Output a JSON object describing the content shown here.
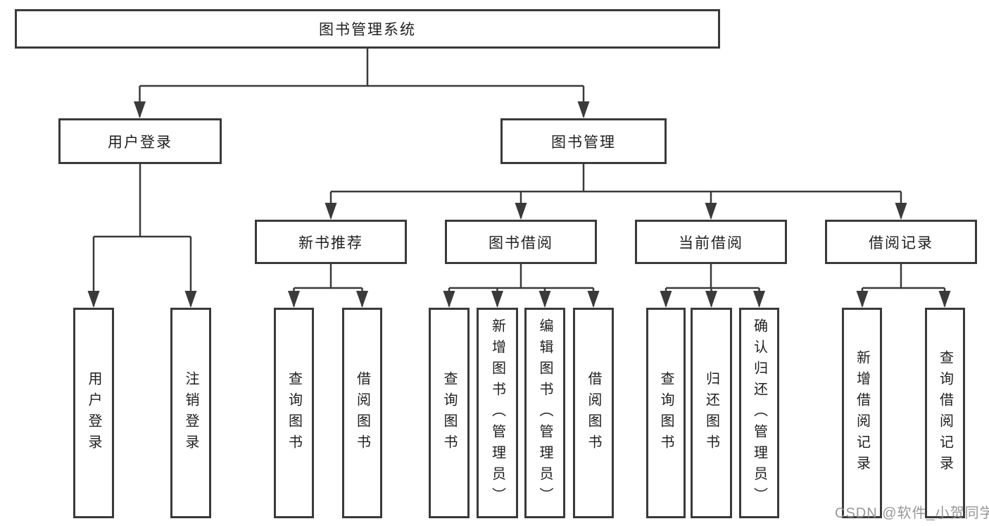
{
  "page": {
    "background": "#ffffff",
    "line_color": "#3a3a3a",
    "box_border_color": "#3a3a3a",
    "text_color": "#1f1f1f",
    "watermark_color": "#8e8e8e"
  },
  "watermark": {
    "text": "CSDN @软件_小贺同学"
  },
  "diagram": {
    "type": "hierarchy-tree",
    "title": "图书管理系统",
    "nodes": {
      "root": {
        "label": "图书管理系统"
      },
      "user_login": {
        "label": "用户登录"
      },
      "book_mgmt": {
        "label": "图书管理"
      },
      "new_book": {
        "label": "新书推荐"
      },
      "book_borrow": {
        "label": "图书借阅"
      },
      "current_borrow": {
        "label": "当前借阅"
      },
      "borrow_record": {
        "label": "借阅记录"
      },
      "leaf_user_login": {
        "label": "用户登录"
      },
      "leaf_logout": {
        "label": "注销登录"
      },
      "leaf_nb_query": {
        "label": "查询图书"
      },
      "leaf_nb_borrow": {
        "label": "借阅图书"
      },
      "leaf_bb_query": {
        "label": "查询图书"
      },
      "leaf_bb_add": {
        "label": "新增图书（管理员）"
      },
      "leaf_bb_edit": {
        "label": "编辑图书（管理员）"
      },
      "leaf_bb_borrow": {
        "label": "借阅图书"
      },
      "leaf_cb_query": {
        "label": "查询图书"
      },
      "leaf_cb_return": {
        "label": "归还图书"
      },
      "leaf_cb_confirm": {
        "label": "确认归还（管理员）"
      },
      "leaf_br_add": {
        "label": "新增借阅记录"
      },
      "leaf_br_query": {
        "label": "查询借阅记录"
      }
    },
    "tree": {
      "label": "图书管理系统",
      "children": [
        {
          "label": "用户登录",
          "children": [
            {
              "label": "用户登录"
            },
            {
              "label": "注销登录"
            }
          ]
        },
        {
          "label": "图书管理",
          "children": [
            {
              "label": "新书推荐",
              "children": [
                {
                  "label": "查询图书"
                },
                {
                  "label": "借阅图书"
                }
              ]
            },
            {
              "label": "图书借阅",
              "children": [
                {
                  "label": "查询图书"
                },
                {
                  "label": "新增图书（管理员）"
                },
                {
                  "label": "编辑图书（管理员）"
                },
                {
                  "label": "借阅图书"
                }
              ]
            },
            {
              "label": "当前借阅",
              "children": [
                {
                  "label": "查询图书"
                },
                {
                  "label": "归还图书"
                },
                {
                  "label": "确认归还（管理员）"
                }
              ]
            },
            {
              "label": "借阅记录",
              "children": [
                {
                  "label": "新增借阅记录"
                },
                {
                  "label": "查询借阅记录"
                }
              ]
            }
          ]
        }
      ]
    }
  }
}
